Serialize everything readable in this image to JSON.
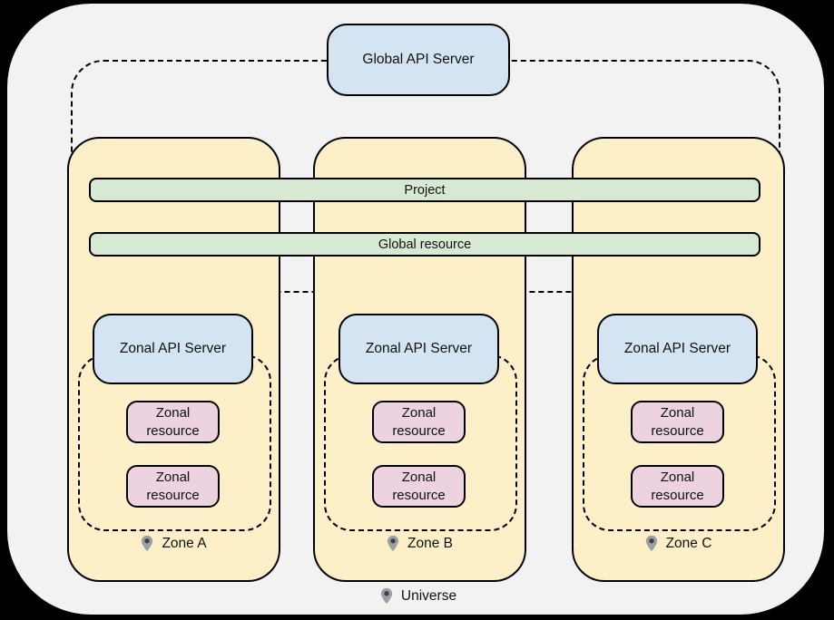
{
  "diagram": {
    "title_entity": "Global API Server",
    "bars": {
      "project": "Project",
      "global_resource": "Global resource"
    },
    "zones": [
      {
        "name": "Zone A",
        "api_server_label": "Zonal API Server",
        "resources": [
          "Zonal resource",
          "Zonal resource"
        ]
      },
      {
        "name": "Zone B",
        "api_server_label": "Zonal API Server",
        "resources": [
          "Zonal resource",
          "Zonal resource"
        ]
      },
      {
        "name": "Zone C",
        "api_server_label": "Zonal API Server",
        "resources": [
          "Zonal resource",
          "Zonal resource"
        ]
      }
    ],
    "universe": {
      "label": "Universe"
    },
    "colors": {
      "page_background": "#000000",
      "universe_fill": "#f2f2f3",
      "zone_fill": "#fdf0c8",
      "api_server_fill": "#d5e4f3",
      "resource_fill": "#ecd3df",
      "bar_fill": "#d7e9d2",
      "outline": "#000000",
      "pin_body": "#9aa0a6",
      "pin_dot": "#3f4245"
    }
  }
}
